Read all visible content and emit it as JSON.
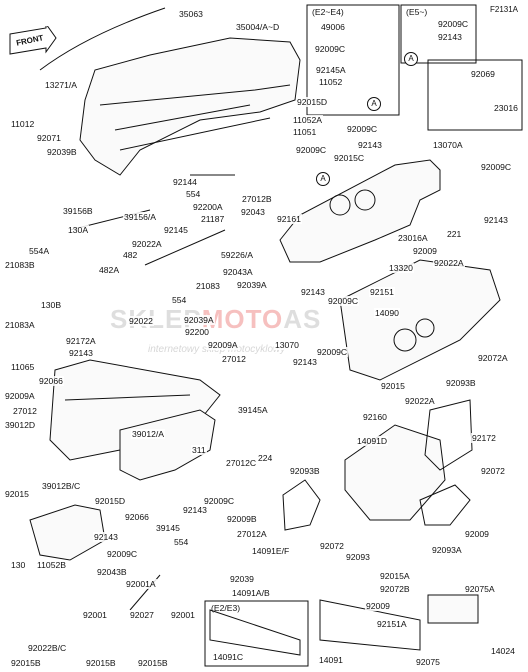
{
  "diagram_code": "F2131A",
  "front_label": "FRONT",
  "watermark": {
    "text_a": "SKLEP",
    "text_b": "MOTO",
    "text_c": "AS",
    "subtitle": "internetowy sklep motocyklowy",
    "color_red": "#e0221e",
    "color_gray": "#8c8c8c"
  },
  "boxes": {
    "e2_e4": "(E2~E4)",
    "e5": "(E5~)",
    "e2_e3": "(E2/E3)"
  },
  "refs": {
    "a": "A"
  },
  "parts": {
    "p35063": "35063",
    "p35004": "35004/A~D",
    "p49006": "49006",
    "p92009c_e2": "92009C",
    "p92145a": "92145A",
    "p11052_e2": "11052",
    "p92009c_e5": "92009C",
    "p92143_e5": "92143",
    "p92069": "92069",
    "p23016": "23016",
    "p13271": "13271/A",
    "p11012": "11012",
    "p92071": "92071",
    "p92039b": "92039B",
    "p92015d_top": "92015D",
    "p11052a": "11052A",
    "p11051": "11051",
    "p92009c_mid": "92009C",
    "p92009c_r1": "92009C",
    "p92143_r1": "92143",
    "p13070a": "13070A",
    "p92009c_r2": "92009C",
    "p92015c": "92015C",
    "p92144": "92144",
    "p554_a": "554",
    "p27012b": "27012B",
    "p39156b": "39156B",
    "p92200a": "92200A",
    "p39156a": "39156/A",
    "p92043_a": "92043",
    "p92161": "92161",
    "p92143_r2": "92143",
    "p21187": "21187",
    "p130a": "130A",
    "p92145": "92145",
    "p92022a_l": "92022A",
    "p59226": "59226/A",
    "p221": "221",
    "p554a": "554A",
    "p21083b": "21083B",
    "p482": "482",
    "p23016a": "23016A",
    "p92009_r": "92009",
    "p482a": "482A",
    "p92043a": "92043A",
    "p21083": "21083",
    "p13320": "13320",
    "p92022a_r": "92022A",
    "p92039a_mid": "92039A",
    "p554_b": "554",
    "p92143_m1": "92143",
    "p92009c_m1": "92009C",
    "p92151": "92151",
    "p130b": "130B",
    "p14090": "14090",
    "p21083a": "21083A",
    "p92022": "92022",
    "p92039a_c": "92039A",
    "p92200": "92200",
    "p92172a": "92172A",
    "p92009a_m": "92009A",
    "p13070": "13070",
    "p92009c_m2": "92009C",
    "p92143_m2": "92143",
    "p27012_m": "27012",
    "p92143_m3": "92143",
    "p92072a": "92072A",
    "p11065": "11065",
    "p92066_a": "92066",
    "p92015_r": "92015",
    "p92093b_r": "92093B",
    "p92009a_l": "92009A",
    "p39145a": "39145A",
    "p92022a_r2": "92022A",
    "p27012_l": "27012",
    "p39012d": "39012D",
    "p39012a": "39012/A",
    "p92172": "92172",
    "p92160": "92160",
    "p311": "311",
    "p27012c": "27012C",
    "p14091d": "14091D",
    "p224": "224",
    "p92072_r": "92072",
    "p92093b_m": "92093B",
    "p39012bc": "39012B/C",
    "p92015d_bot": "92015D",
    "p92009c_b1": "92009C",
    "p92015_l": "92015",
    "p92143_b1": "92143",
    "p92066_b": "92066",
    "p39145": "39145",
    "p92009b": "92009B",
    "p27012a": "27012A",
    "p92009_r2": "92009",
    "p92143_b2": "92143",
    "p92009c_b2": "92009C",
    "p554_c": "554",
    "p14091ef": "14091E/F",
    "p92072_m": "92072",
    "p92093_m": "92093",
    "p92093a": "92093A",
    "p130": "130",
    "p11052b": "11052B",
    "p92043b": "92043B",
    "p92039_b": "92039",
    "p92015a": "92015A",
    "p92001a": "92001A",
    "p14091ab": "14091A/B",
    "p92072b": "92072B",
    "p92075a": "92075A",
    "p92009_b": "92009",
    "p92001_l": "92001",
    "p92027": "92027",
    "p92001_r": "92001",
    "p92151a": "92151A",
    "p92022bc": "92022B/C",
    "p92015b_1": "92015B",
    "p92015b_2": "92015B",
    "p92015b_3": "92015B",
    "p14091c": "14091C",
    "p14091": "14091",
    "p92075": "92075",
    "p14024": "14024"
  }
}
